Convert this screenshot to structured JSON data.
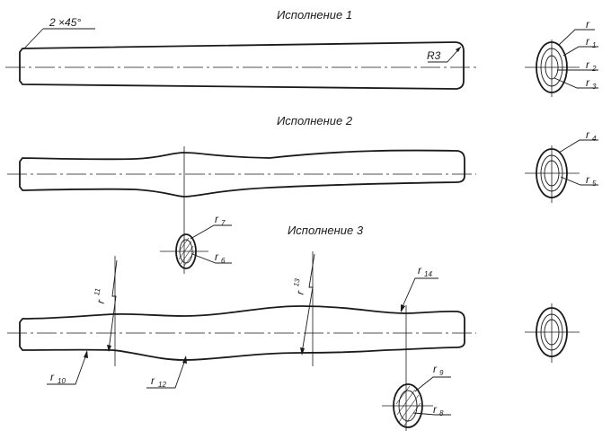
{
  "variants": {
    "v1": "Исполнение 1",
    "v2": "Исполнение 2",
    "v3": "Исполнение 3"
  },
  "dimensions": {
    "chamfer": "2 ×45°",
    "radius_end": "R3"
  },
  "radii": {
    "r": "r",
    "r1": "1",
    "r2": "2",
    "r3": "3",
    "r4": "4",
    "r5": "5",
    "r6": "6",
    "r7": "7",
    "r8": "8",
    "r9": "9",
    "r10": "10",
    "r11": "11",
    "r12": "12",
    "r13": "13",
    "r14": "14",
    "letter": "r"
  }
}
